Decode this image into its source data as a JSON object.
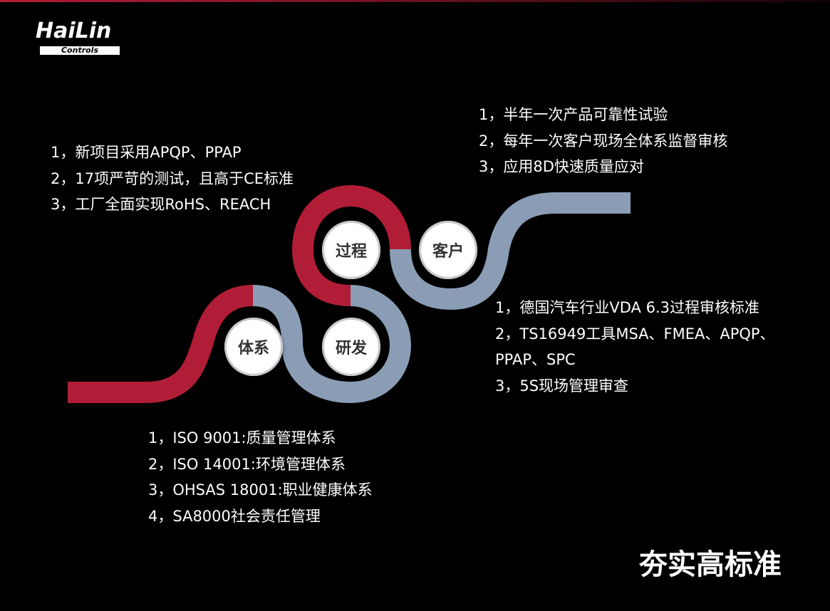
{
  "brand": {
    "name": "HaiLin",
    "sub": "Controls"
  },
  "nodes": {
    "process": "过程",
    "customer": "客户",
    "rd": "研发",
    "system": "体系"
  },
  "blocks": {
    "process": [
      "1，新项目采用APQP、PPAP",
      "2，17项严苛的测试，且高于CE标准",
      "3，工厂全面实现RoHS、REACH"
    ],
    "customer": [
      "1，半年一次产品可靠性试验",
      "2，每年一次客户现场全体系监督审核",
      "3，应用8D快速质量应对"
    ],
    "rd": [
      "1，德国汽车行业VDA 6.3过程审核标准",
      "2，TS16949工具MSA、FMEA、APQP、",
      "PPAP、SPC",
      "3，5S现场管理审查"
    ],
    "system": [
      "1，ISO 9001:质量管理体系",
      "2，ISO 14001:环境管理体系",
      "3，OHSAS 18001:职业健康体系",
      "4，SA8000社会责任管理"
    ]
  },
  "headline": "夯实高标准",
  "colors": {
    "background": "#000000",
    "crimson": "#b11d37",
    "steel_blue": "#8a9db5",
    "node_fill": "#ffffff",
    "accent_line": "#b11d37"
  }
}
